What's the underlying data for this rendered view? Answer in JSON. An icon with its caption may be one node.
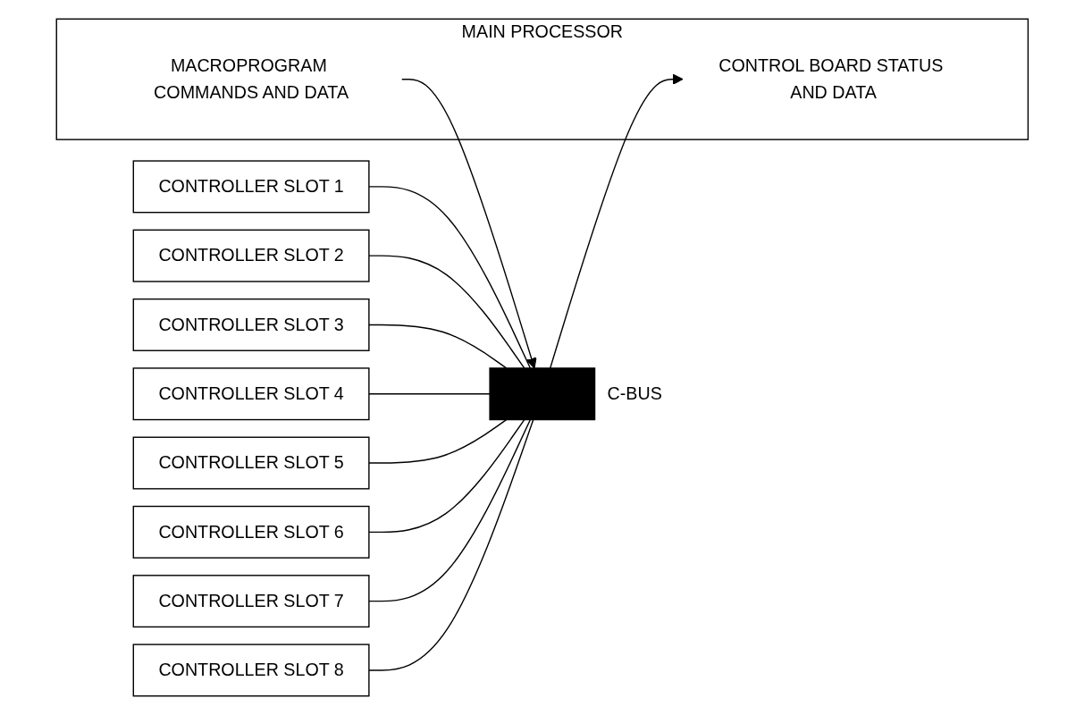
{
  "diagram": {
    "nodes": [
      {
        "text": [
          "MAIN PROCESSOR"
        ]
      },
      {
        "text": [
          "MACROPROGRAM COMMANDS AND DATA"
        ],
        "in": 0
      },
      {
        "text": [
          "CONTROL BOARD STATUS AND DATA"
        ],
        "in": 0
      },
      {
        "text": [],
        "shape": "bar",
        "beside": [
          "C-BUS"
        ]
      },
      {
        "text": [
          "CONTROLLER SLOT 1"
        ]
      },
      {
        "text": [
          "CONTROLLER SLOT 2"
        ]
      },
      {
        "text": [
          "CONTROLLER SLOT 3"
        ]
      },
      {
        "text": [
          "CONTROLLER SLOT 4"
        ]
      },
      {
        "text": [
          "CONTROLLER SLOT 5"
        ]
      },
      {
        "text": [
          "CONTROLLER SLOT 6"
        ]
      },
      {
        "text": [
          "CONTROLLER SLOT 7"
        ]
      },
      {
        "text": [
          "CONTROLLER SLOT 8"
        ]
      }
    ],
    "edges": [
      {
        "from": 1,
        "to": 3,
        "arrow": "to"
      },
      {
        "from": 3,
        "to": 2,
        "arrow": "to"
      },
      {
        "from": 4,
        "to": 3,
        "arrow": "none"
      },
      {
        "from": 5,
        "to": 3,
        "arrow": "none"
      },
      {
        "from": 6,
        "to": 3,
        "arrow": "none"
      },
      {
        "from": 7,
        "to": 3,
        "arrow": "none"
      },
      {
        "from": 8,
        "to": 3,
        "arrow": "none"
      },
      {
        "from": 9,
        "to": 3,
        "arrow": "none"
      },
      {
        "from": 10,
        "to": 3,
        "arrow": "none"
      },
      {
        "from": 11,
        "to": 3,
        "arrow": "none"
      }
    ]
  }
}
